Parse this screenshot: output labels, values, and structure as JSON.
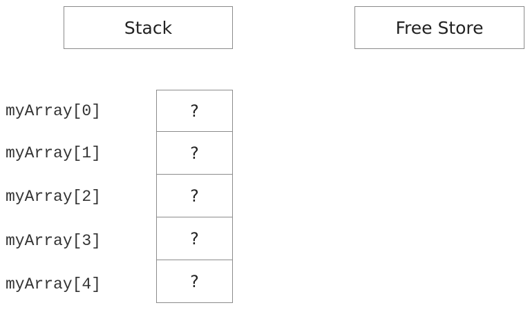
{
  "headers": {
    "stack": "Stack",
    "free_store": "Free Store"
  },
  "array": {
    "labels": [
      "myArray[0]",
      "myArray[1]",
      "myArray[2]",
      "myArray[3]",
      "myArray[4]"
    ],
    "values": [
      "?",
      "?",
      "?",
      "?",
      "?"
    ]
  }
}
